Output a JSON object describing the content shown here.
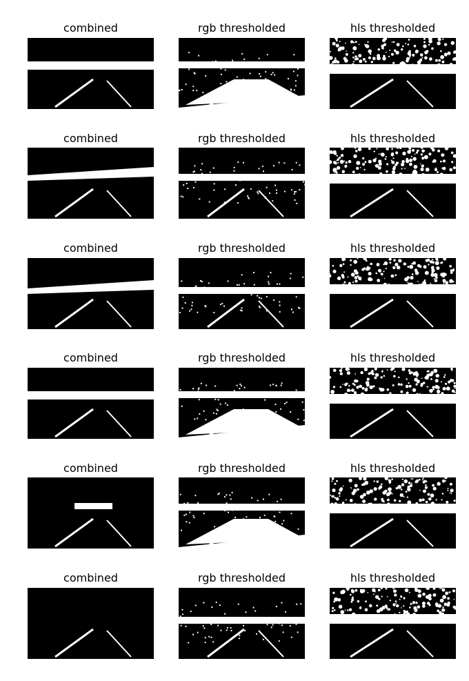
{
  "figure": {
    "background": "#ffffff",
    "rows": [
      {
        "titles": [
          "combined",
          "rgb thresholded",
          "hls thresholded"
        ]
      },
      {
        "titles": [
          "combined",
          "rgb thresholded",
          "hls thresholded"
        ]
      },
      {
        "titles": [
          "combined",
          "rgb thresholded",
          "hls thresholded"
        ]
      },
      {
        "titles": [
          "combined",
          "rgb thresholded",
          "hls thresholded"
        ]
      },
      {
        "titles": [
          "combined",
          "rgb thresholded",
          "hls thresholded"
        ]
      },
      {
        "titles": [
          "combined",
          "rgb thresholded",
          "hls thresholded"
        ]
      }
    ],
    "image_colors": {
      "background": "#000000",
      "foreground": "#ffffff"
    }
  }
}
